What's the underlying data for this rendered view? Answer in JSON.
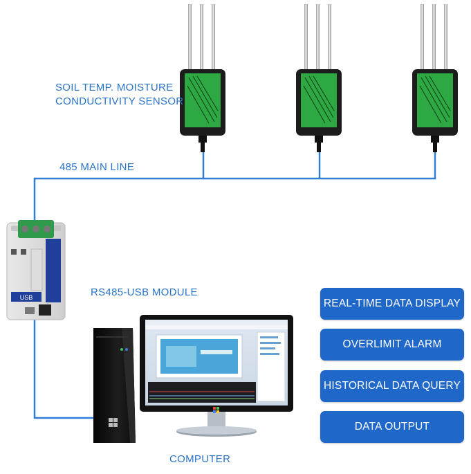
{
  "labels": {
    "sensor": [
      "SOIL TEMP. MOISTURE",
      "CONDUCTIVITY SENSOR"
    ],
    "main_line": "485 MAIN LINE",
    "module": "RS485-USB MODULE",
    "computer": "COMPUTER"
  },
  "sensors": [
    {
      "id": "sensor-1"
    },
    {
      "id": "sensor-2"
    },
    {
      "id": "sensor-3"
    }
  ],
  "features": [
    "REAL-TIME DATA DISPLAY",
    "OVERLIMIT ALARM",
    "HISTORICAL DATA QUERY",
    "DATA OUTPUT"
  ],
  "module_text": {
    "port": "USB"
  },
  "colors": {
    "wire": "#2f7fd6",
    "label": "#2a73c9",
    "button": "#1f67c9",
    "sensor_body": "#1c1c1c",
    "sensor_label": "#2ea843"
  }
}
